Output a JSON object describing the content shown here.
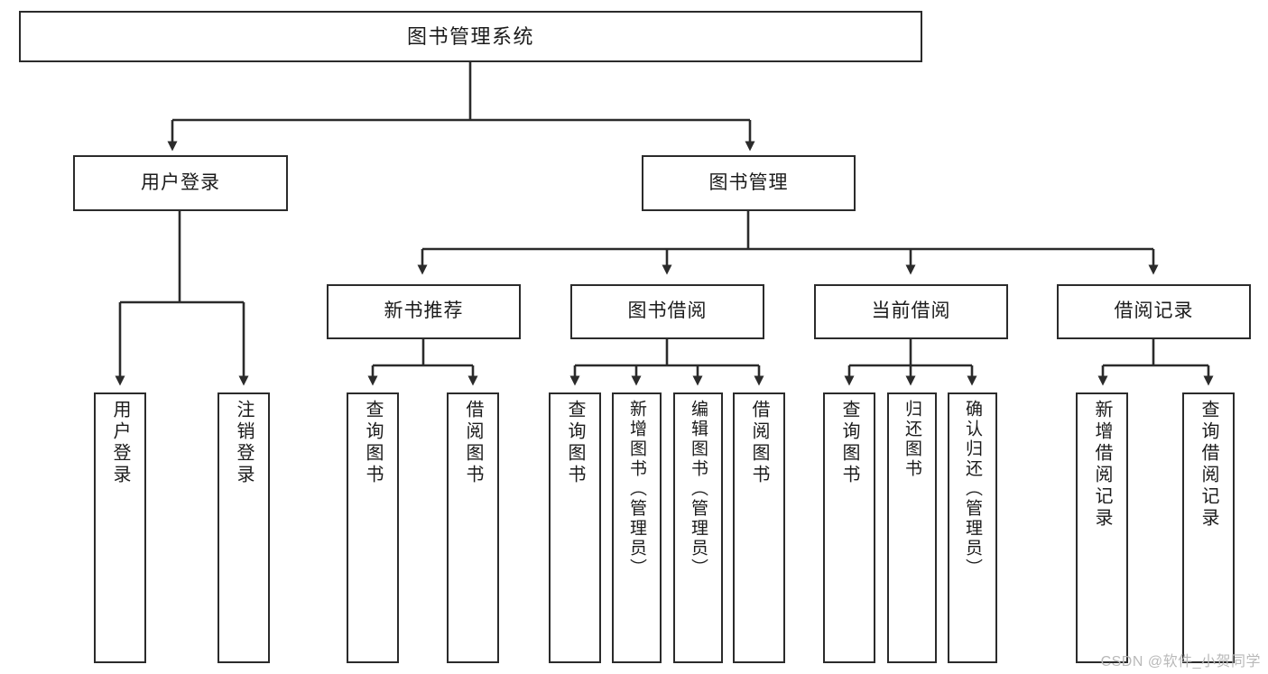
{
  "diagram": {
    "title": "图书管理系统",
    "type": "tree",
    "background": "#ffffff",
    "line_color": "#2b2b2b",
    "box_fill": "#ffffff",
    "box_border": "#2b2b2b"
  },
  "nodes": {
    "root": {
      "label": "图书管理系统"
    },
    "level2": [
      {
        "id": "user-login",
        "label": "用户登录"
      },
      {
        "id": "book-manage",
        "label": "图书管理"
      }
    ],
    "level3": [
      {
        "id": "new-book-rec",
        "label": "新书推荐"
      },
      {
        "id": "book-borrow",
        "label": "图书借阅"
      },
      {
        "id": "current-borrow",
        "label": "当前借阅"
      },
      {
        "id": "borrow-record",
        "label": "借阅记录"
      }
    ],
    "leaves": [
      {
        "id": "leaf-user-login",
        "label": "用户登录",
        "parent": "user-login"
      },
      {
        "id": "leaf-logout",
        "label": "注销登录",
        "parent": "user-login"
      },
      {
        "id": "leaf-query-book-1",
        "label": "查询图书",
        "parent": "new-book-rec"
      },
      {
        "id": "leaf-borrow-book-1",
        "label": "借阅图书",
        "parent": "new-book-rec"
      },
      {
        "id": "leaf-query-book-2",
        "label": "查询图书",
        "parent": "book-borrow"
      },
      {
        "id": "leaf-add-book",
        "label": "新增图书（管理员）",
        "parent": "book-borrow"
      },
      {
        "id": "leaf-edit-book",
        "label": "编辑图书（管理员）",
        "parent": "book-borrow"
      },
      {
        "id": "leaf-borrow-book-2",
        "label": "借阅图书",
        "parent": "book-borrow"
      },
      {
        "id": "leaf-query-book-3",
        "label": "查询图书",
        "parent": "current-borrow"
      },
      {
        "id": "leaf-return-book",
        "label": "归还图书",
        "parent": "current-borrow"
      },
      {
        "id": "leaf-confirm-return",
        "label": "确认归还（管理员）",
        "parent": "current-borrow"
      },
      {
        "id": "leaf-add-record",
        "label": "新增借阅记录",
        "parent": "borrow-record"
      },
      {
        "id": "leaf-query-record",
        "label": "查询借阅记录",
        "parent": "borrow-record"
      }
    ]
  },
  "watermark": {
    "text": "CSDN @软件_小贺同学"
  }
}
